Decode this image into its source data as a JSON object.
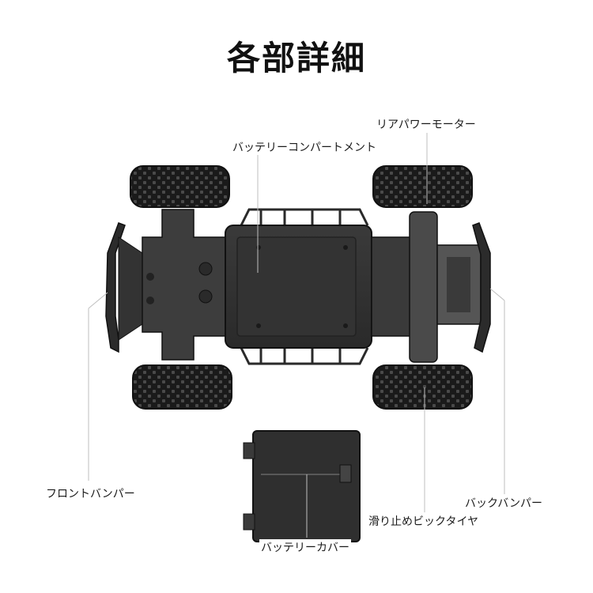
{
  "title": "各部詳細",
  "labels": {
    "rear_motor": "リアパワーモーター",
    "battery_compartment": "バッテリーコンパートメント",
    "front_bumper": "フロントバンパー",
    "back_bumper": "バックバンパー",
    "tires": "滑り止めビックタイヤ",
    "battery_cover": "バッテリーカバー"
  }
}
